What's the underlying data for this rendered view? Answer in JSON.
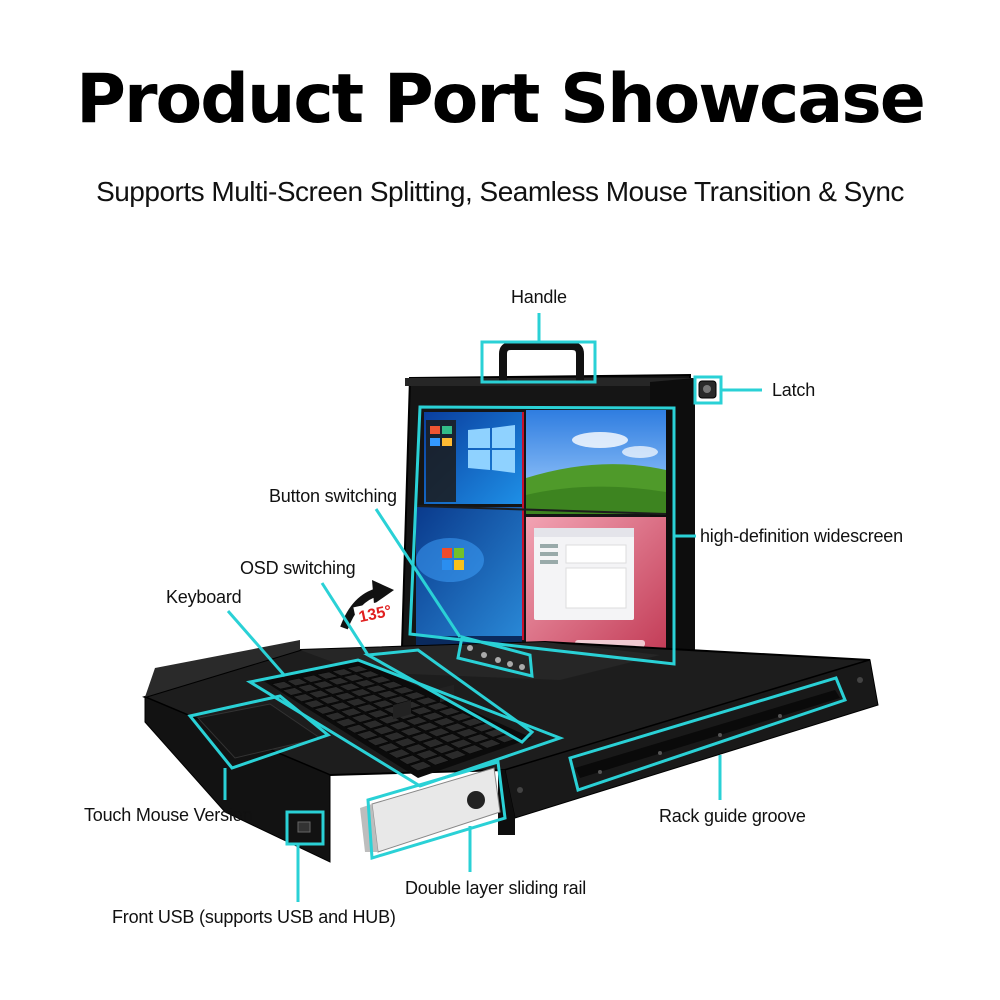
{
  "header": {
    "title": "Product Port Showcase",
    "subtitle": "Supports Multi-Screen Splitting, Seamless Mouse Transition & Sync"
  },
  "callouts": {
    "handle": "Handle",
    "latch": "Latch",
    "button_switching": "Button switching",
    "hd_widescreen": "high-definition widescreen",
    "osd_switching": "OSD switching",
    "keyboard": "Keyboard",
    "touch_mouse": "Touch Mouse Version",
    "rack_guide": "Rack guide groove",
    "sliding_rail": "Double layer sliding rail",
    "front_usb": "Front USB (supports USB and HUB)"
  },
  "angle_badge": "135°",
  "colors": {
    "accent": "#2ad1d6",
    "chassis": "#141414",
    "badge_text": "#e02020"
  }
}
